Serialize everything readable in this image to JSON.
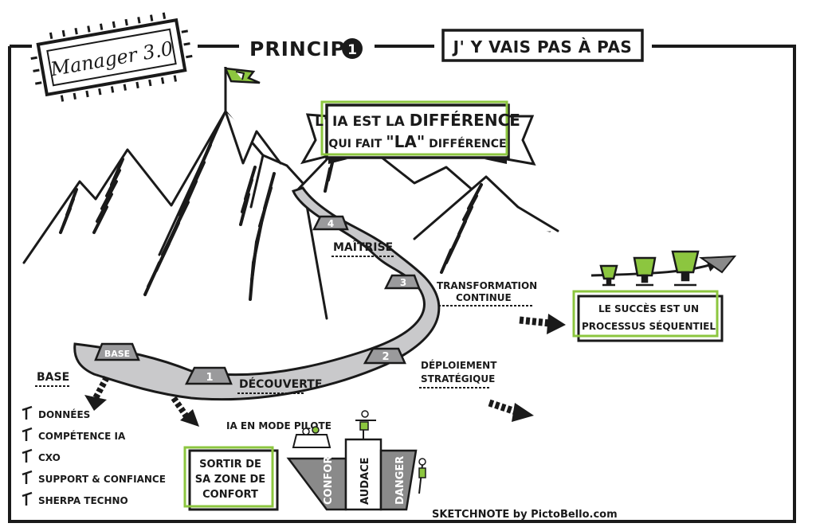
{
  "header": {
    "logo": "Manager 3.0",
    "principle_title": "PRINCIPE",
    "principle_number": "1",
    "subtitle": "J' Y VAIS PAS À PAS"
  },
  "banner": {
    "line1_prefix": "L' IA EST LA ",
    "line1_emph": "DIFFÉRENCE",
    "line2_prefix": "QUI FAIT ",
    "line2_emph": "\"LA\"",
    "line2_suffix": " DIFFÉRENCE"
  },
  "path": {
    "milestones": [
      {
        "label": "BASE"
      },
      {
        "label": "1"
      },
      {
        "label": "2"
      },
      {
        "label": "3"
      },
      {
        "label": "4"
      }
    ],
    "labels": {
      "decouverte": "DÉCOUVERTE",
      "maitrise": "MAÎTRISE",
      "transformation_line1": "TRANSFORMATION",
      "transformation_line2": "CONTINUE",
      "deploiement_line1": "DÉPLOIEMENT",
      "deploiement_line2": "STRATÉGIQUE"
    }
  },
  "base": {
    "title": "BASE",
    "items": [
      "DONNÉES",
      "COMPÉTENCE IA",
      "CXO",
      "SUPPORT & CONFIANCE",
      "SHERPA TECHNO"
    ]
  },
  "pilot": {
    "title": "IA EN MODE PILOTE",
    "box_line1": "SORTIR DE",
    "box_line2": "SA ZONE DE",
    "box_line3": "CONFORT",
    "zones": [
      "CONFORT",
      "AUDACE",
      "DANGER"
    ]
  },
  "success": {
    "line1": "LE SUCCÈS EST UN",
    "line2": "PROCESSUS SÉQUENTIEL"
  },
  "footer": {
    "credit": "SKETCHNOTE by PictoBello.com"
  },
  "colors": {
    "accent_green": "#8cc63f",
    "ink": "#1a1a1a",
    "path_gray": "#c9c9cb",
    "rock_gray": "#8a8a8a"
  }
}
